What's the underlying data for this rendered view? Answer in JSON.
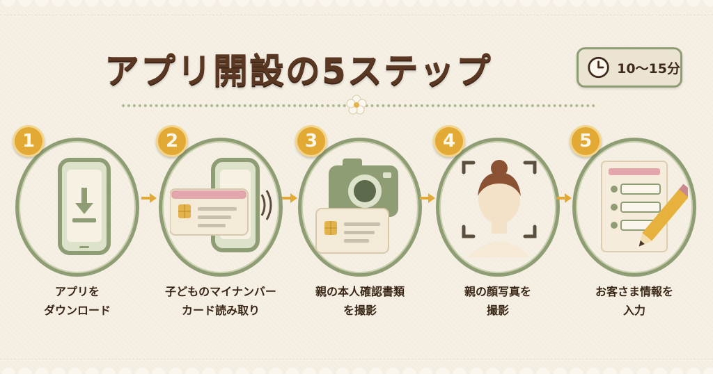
{
  "title": "アプリ開設の5ステップ",
  "timer": {
    "icon": "clock-icon",
    "text": "10〜15分"
  },
  "steps": [
    {
      "number": "1",
      "line1": "アプリを",
      "line2": "ダウンロード",
      "icon": "phone-download-icon"
    },
    {
      "number": "2",
      "line1": "子どものマイナンバー",
      "line2": "カード読み取り",
      "icon": "card-reader-icon"
    },
    {
      "number": "3",
      "line1": "親の本人確認書類",
      "line2": "を撮影",
      "icon": "camera-id-icon"
    },
    {
      "number": "4",
      "line1": "親の顔写真を",
      "line2": "撮影",
      "icon": "face-photo-icon"
    },
    {
      "number": "5",
      "line1": "お客さま情報を",
      "line2": "入力",
      "icon": "form-pencil-icon"
    }
  ],
  "colors": {
    "brown": "#5a3722",
    "green": "#8f9d74",
    "gold": "#e3a935",
    "cream": "#f6f0e4"
  }
}
